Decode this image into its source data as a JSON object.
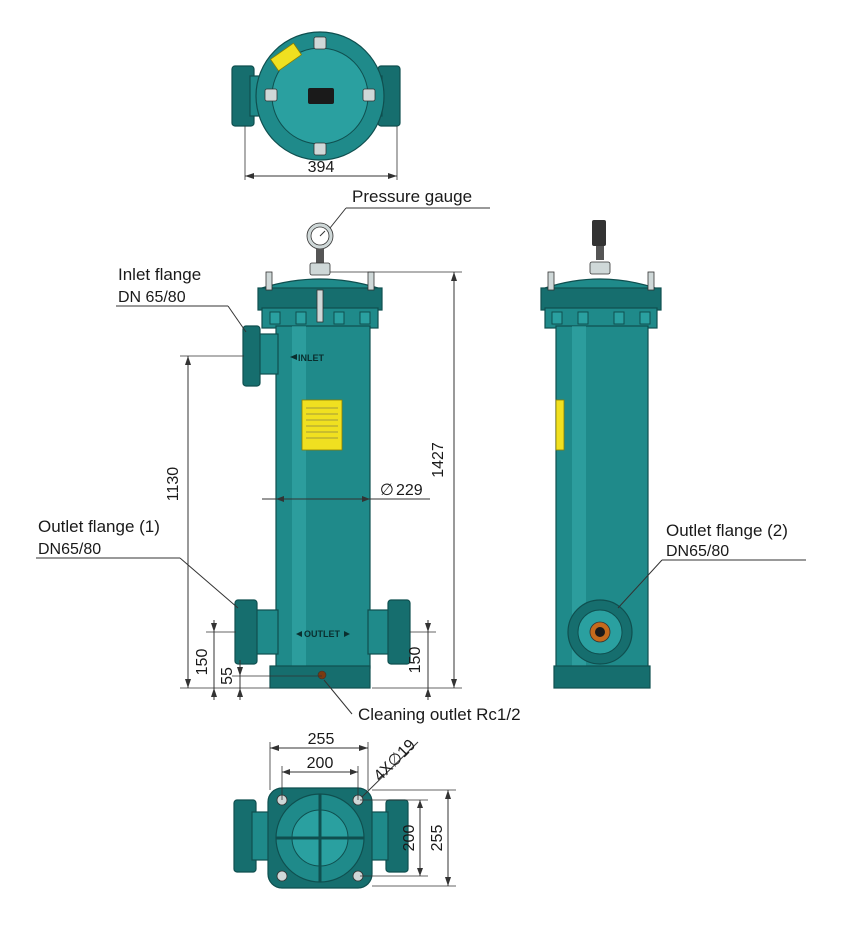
{
  "callouts": {
    "pressure_gauge": "Pressure gauge",
    "inlet_flange": "Inlet flange",
    "inlet_flange_size": "DN 65/80",
    "outlet_flange_1": "Outlet flange (1)",
    "outlet_flange_1_size": "DN65/80",
    "outlet_flange_2": "Outlet flange (2)",
    "outlet_flange_2_size": "DN65/80",
    "cleaning_outlet": "Cleaning outlet Rc1/2"
  },
  "body_markings": {
    "inlet": "INLET",
    "outlet": "OUTLET"
  },
  "dimensions": {
    "top_width": "394",
    "height_total": "1427",
    "inlet_to_base": "1130",
    "diameter": "229",
    "diameter_symbol": "∅",
    "outlet_height_left": "150",
    "outlet_height_right": "150",
    "cleaning_height": "55",
    "base_outer": "255",
    "base_inner": "200",
    "base_side_inner": "200",
    "base_side_outer": "255",
    "bolt_holes": "4X∅19"
  },
  "colors": {
    "housing": "#1f8a8a",
    "label_plate": "#f0e020"
  }
}
